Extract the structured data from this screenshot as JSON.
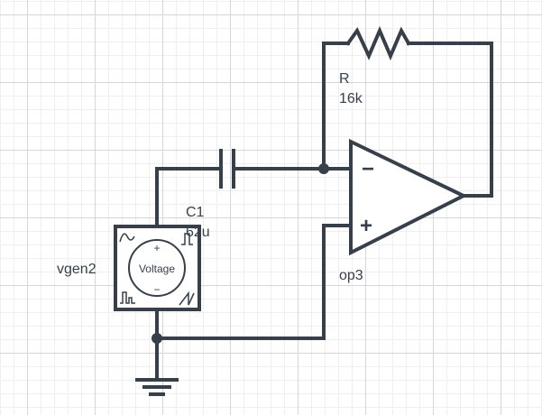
{
  "components": {
    "resistor": {
      "name": "R",
      "value": "16k"
    },
    "capacitor": {
      "name": "C1",
      "value": "62u"
    },
    "source": {
      "name": "vgen2",
      "kind": "Voltage",
      "plus": "+",
      "minus": "−"
    },
    "opamp": {
      "name": "op3",
      "inverting": "−",
      "noninverting": "+"
    }
  },
  "colors": {
    "wire": "#37404a",
    "grid_major": "#d6d6d6",
    "grid_minor": "#efefef"
  }
}
